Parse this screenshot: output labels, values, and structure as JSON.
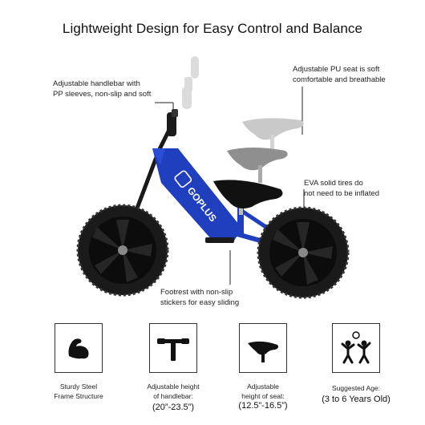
{
  "headline": "Lightweight Design for Easy Control and Balance",
  "callouts": {
    "handlebar": [
      "Adjustable handlebar with",
      "PP sleeves, non-slip and soft"
    ],
    "seat": [
      "Adjustable PU seat is soft",
      "comfortable and breathable"
    ],
    "tires": [
      "EVA solid tires do",
      "not need to be inflated"
    ],
    "footrest": [
      "Footrest with non-slip",
      "stickers for easy sliding"
    ]
  },
  "bike": {
    "frame_color": "#1f3fbf",
    "tire_color": "#1a1a1a",
    "brand": "GOPLUS"
  },
  "features": [
    {
      "icon": "muscle-arm-icon",
      "caption": [
        "Sturdy Steel",
        "Frame Structure"
      ],
      "value": ""
    },
    {
      "icon": "handlebar-icon",
      "caption": [
        "Adjustable height",
        "of handlebar:"
      ],
      "value": "(20”-23.5”)"
    },
    {
      "icon": "bike-seat-icon",
      "caption": [
        "Adjustable",
        "height of seat:"
      ],
      "value": "(12.5”-16.5”)"
    },
    {
      "icon": "children-playing-icon",
      "caption": [
        "Suggested Age:"
      ],
      "value": "(3 to 6 Years Old)"
    }
  ]
}
